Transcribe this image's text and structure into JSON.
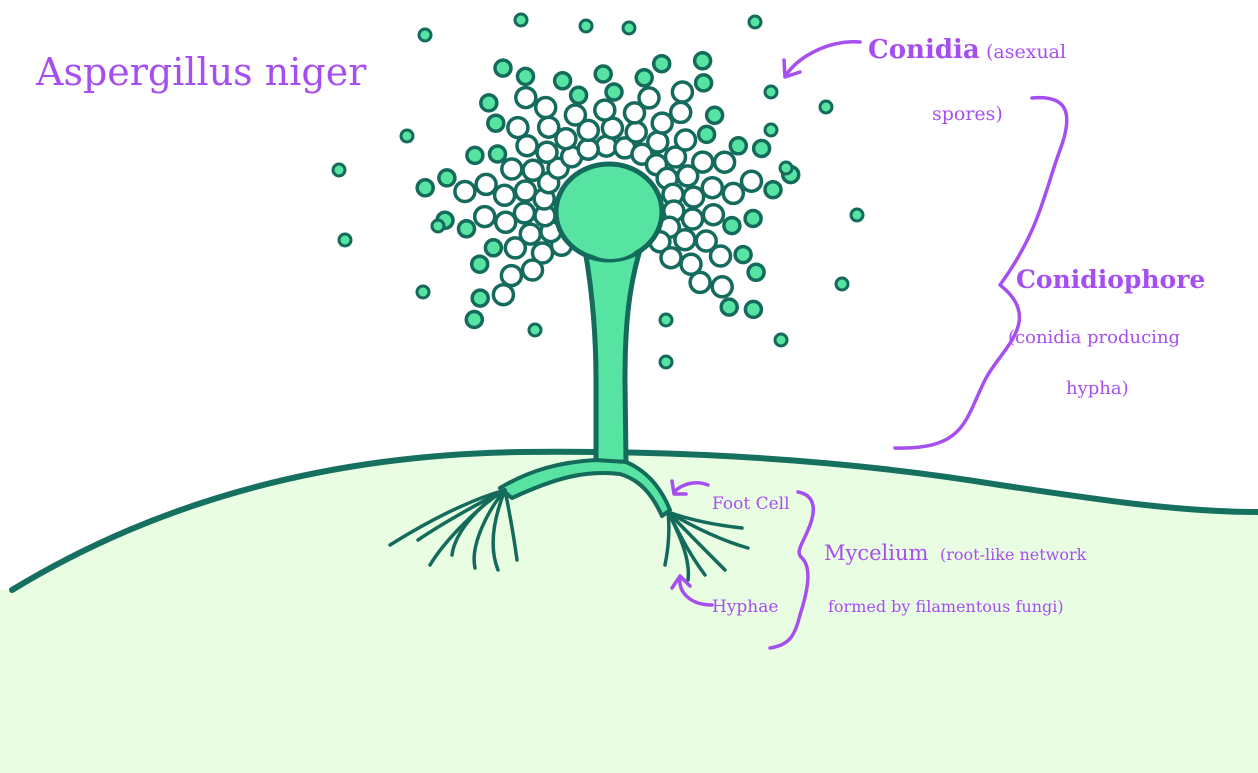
{
  "title": "Aspergillus niger",
  "colors": {
    "label": "#a64ff0",
    "outline": "#146b5c",
    "fungus_fill": "#57e3a2",
    "spore_fill": "#ffffff",
    "ground": "#e9fde2",
    "ground_line": "#15705f"
  },
  "labels": {
    "conidia": {
      "term": "Conidia",
      "desc_line1": "(asexual",
      "desc_line2": "spores)"
    },
    "conidiophore": {
      "term": "Conidiophore",
      "desc_line1": "(conidia producing",
      "desc_line2": "hypha)"
    },
    "foot_cell": {
      "term": "Foot Cell"
    },
    "hyphae": {
      "term": "Hyphae"
    },
    "mycelium": {
      "term": "Mycelium",
      "desc_line1": "(root-like network",
      "desc_line2": "formed by filamentous fungi)"
    }
  }
}
